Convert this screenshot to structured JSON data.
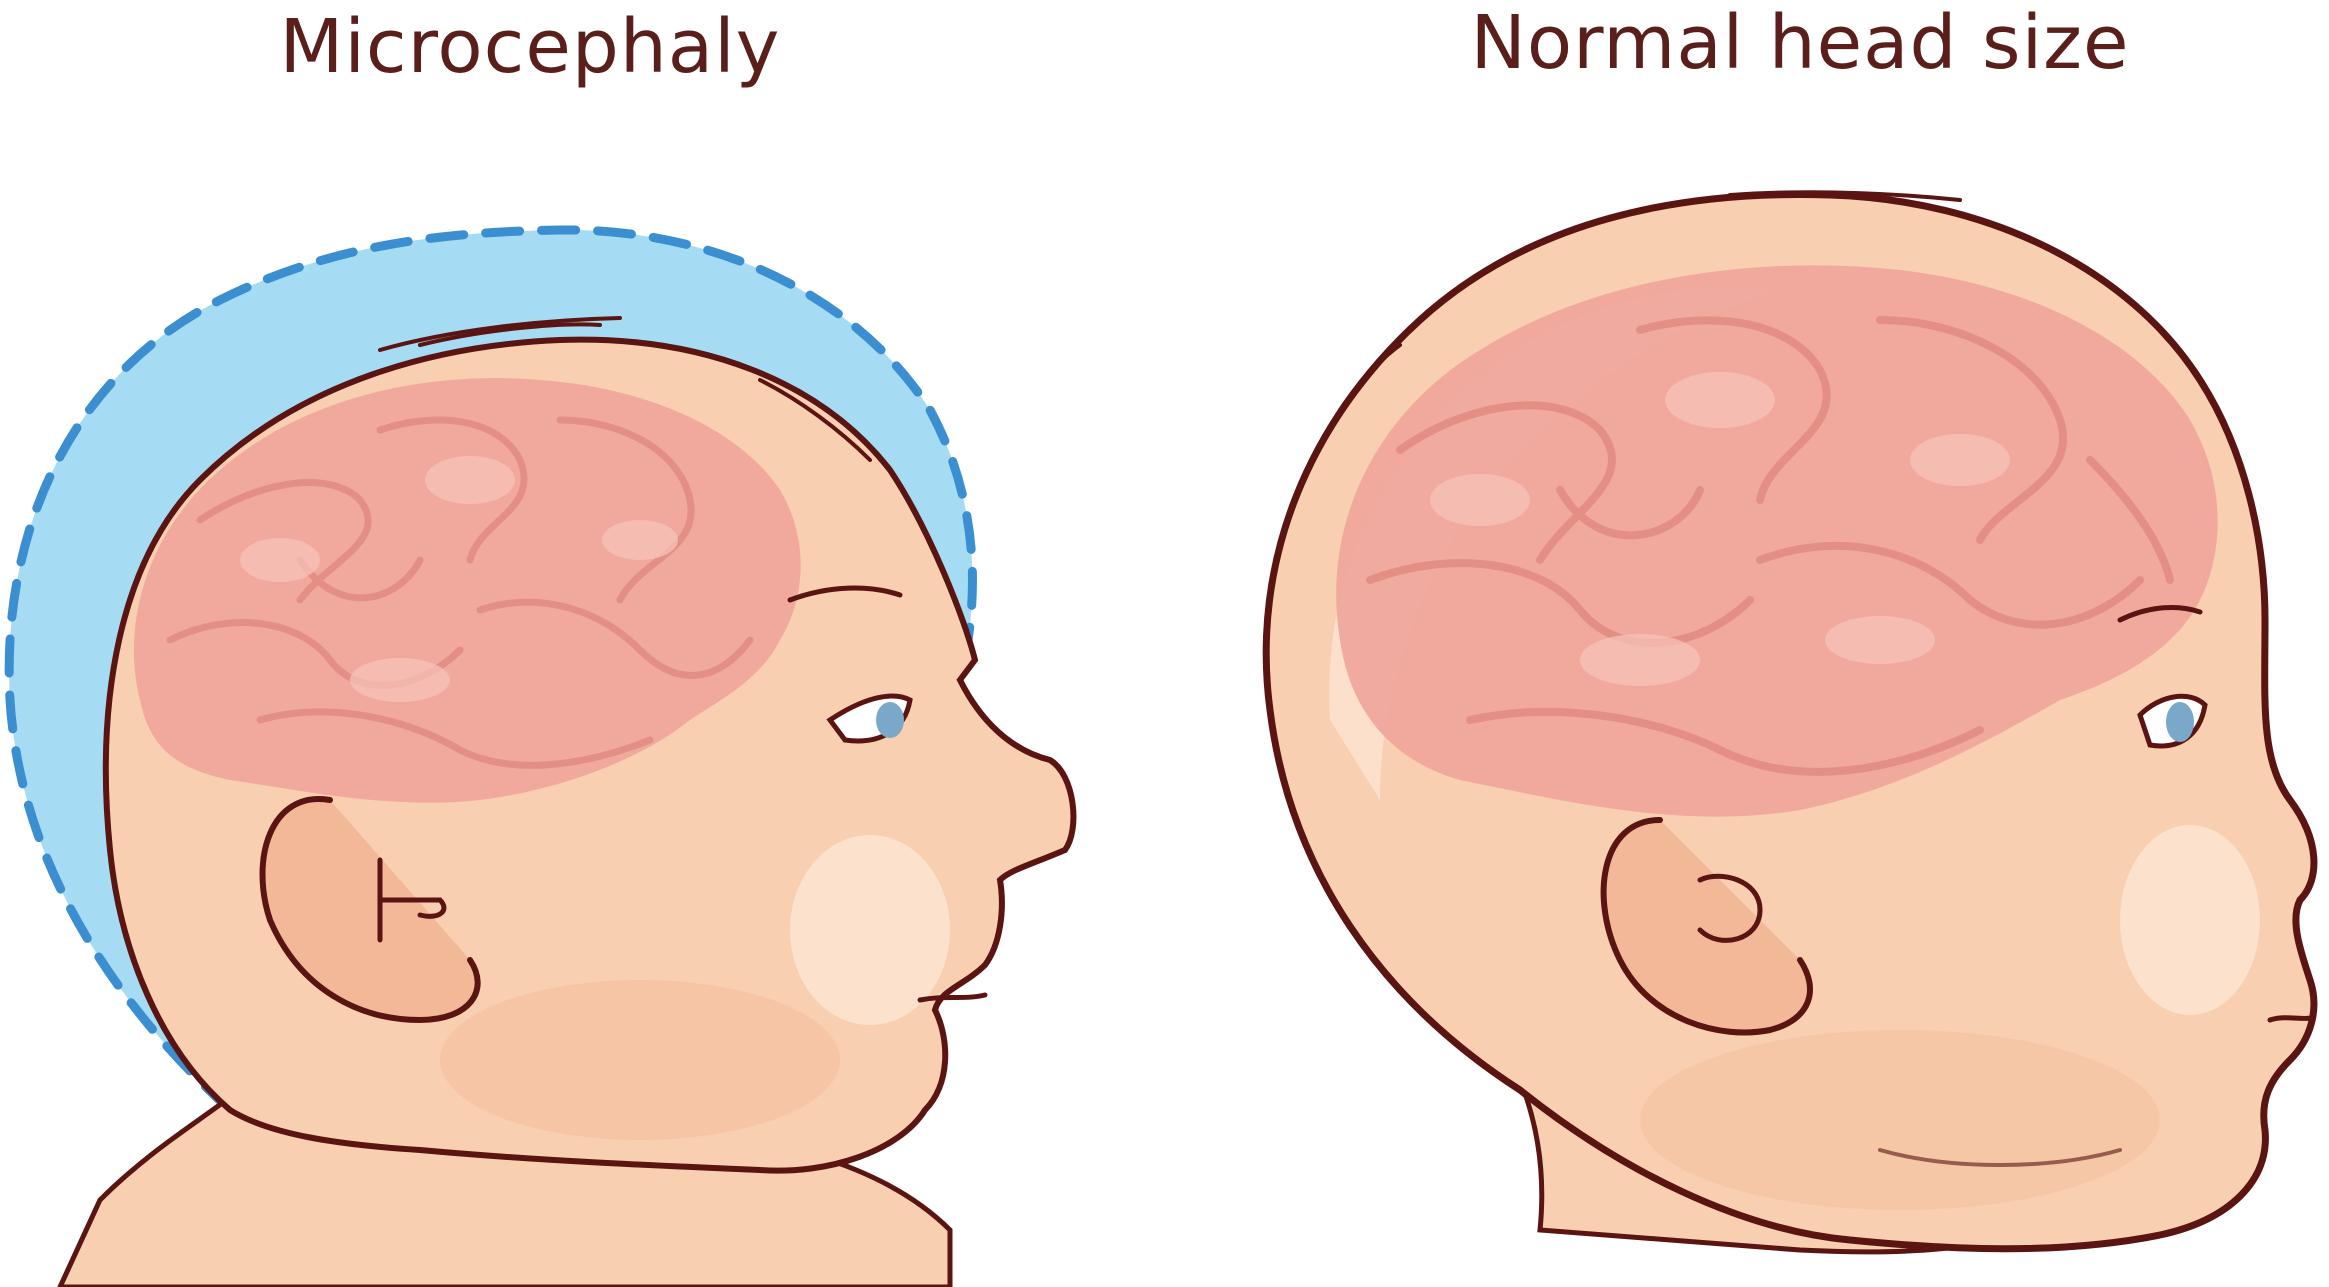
{
  "labels": {
    "microcephaly": "Microcephaly",
    "normal": "Normal head size"
  },
  "colors": {
    "skin": "#f8cfb0",
    "skin_shadow": "#f2b898",
    "skin_highlight": "#fde6d4",
    "brain": "#f0a79c",
    "brain_dark": "#e38f86",
    "brain_light": "#f7c4bb",
    "outline": "#5a1412",
    "normal_head_outline": "#3b8fd1",
    "normal_head_fill": "#a5dcf3",
    "iris": "#7aa8c8"
  },
  "icons": {
    "microcephaly_illustration": "baby-head-microcephaly-profile",
    "normal_illustration": "baby-head-normal-profile"
  }
}
